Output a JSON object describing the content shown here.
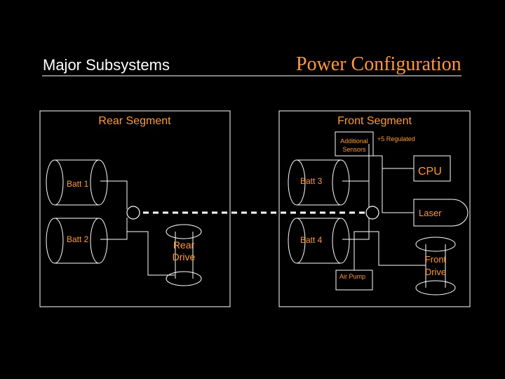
{
  "header": {
    "subtitle": "Major Subsystems",
    "title": "Power Configuration"
  },
  "segments": {
    "rear": "Rear Segment",
    "front": "Front Segment"
  },
  "labels": {
    "batt1": "Batt 1",
    "batt2": "Batt 2",
    "batt3": "Batt 3",
    "batt4": "Batt 4",
    "rear_drive_1": "Rear",
    "rear_drive_2": "Drive",
    "front_drive_1": "Front",
    "front_drive_2": "Drive",
    "additional_sensors_1": "Additional",
    "additional_sensors_2": "Sensors",
    "regulated": "+5 Regulated",
    "cpu": "CPU",
    "laser": "Laser",
    "air_pump": "Air Pump"
  },
  "colors": {
    "accent": "#ff9a3c",
    "line": "#ffffff",
    "background": "#000000"
  }
}
